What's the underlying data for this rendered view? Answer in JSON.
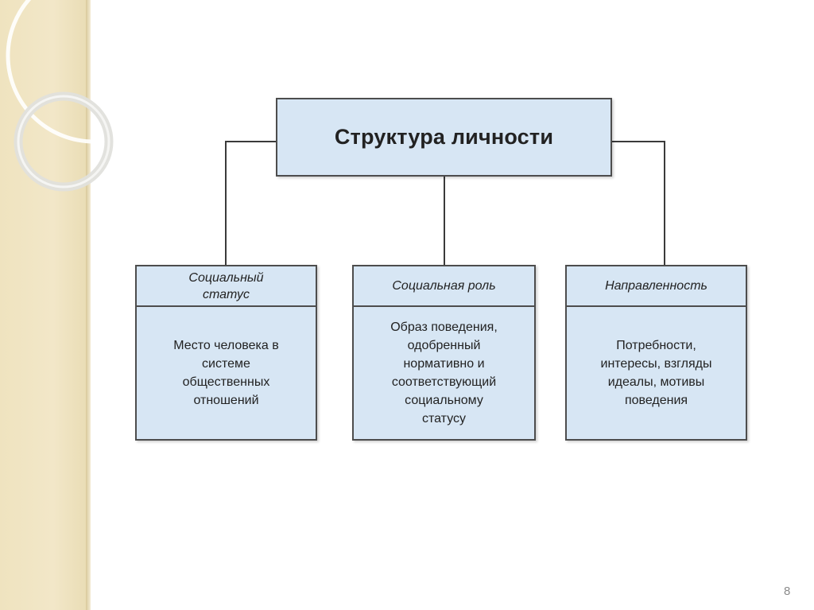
{
  "diagram": {
    "root": {
      "title": "Структура личности"
    },
    "nodes": [
      {
        "header": "Социальный\nстатус",
        "body": "Место человека в\nсистеме\nобщественных\nотношений"
      },
      {
        "header": "Социальная роль",
        "body": "Образ поведения,\nодобренный\nнормативно и\nсоответствующий\nсоциальному\nстатусу"
      },
      {
        "header": "Направленность",
        "body": "Потребности,\nинтересы, взгляды\nидеалы, мотивы\nповедения"
      }
    ]
  },
  "slide": {
    "page_number": "8"
  },
  "colors": {
    "box_fill": "#d7e6f4",
    "box_border": "#4d4d4d",
    "band": "#efe3bf",
    "text": "#222222"
  }
}
